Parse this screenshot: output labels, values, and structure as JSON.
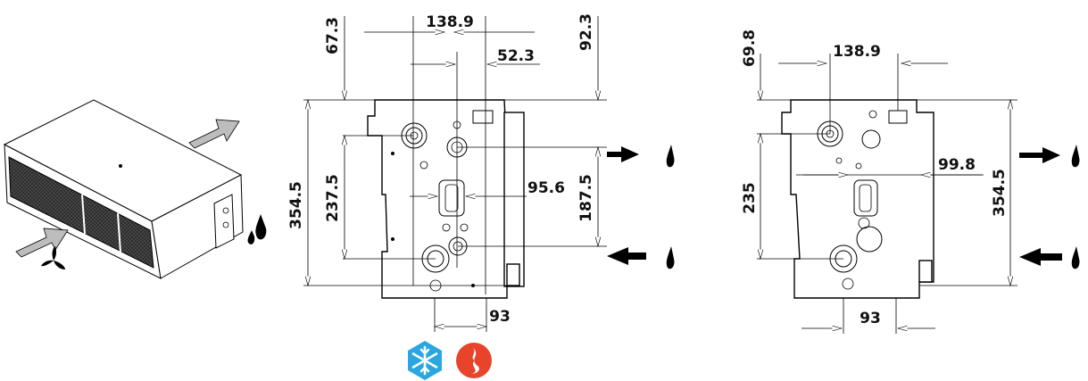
{
  "left_view": {
    "dims": {
      "top_offset_left": "67.3",
      "pipe_spacing_top": "138.9",
      "pipe_offset_small": "52.3",
      "top_offset_right": "92.3",
      "overall_height": "354.5",
      "lower_pipe_height": "237.5",
      "right_pipe_height": "187.5",
      "drain_offset": "95.6",
      "bottom_offset": "93"
    }
  },
  "right_view": {
    "dims": {
      "top_offset_left": "69.8",
      "pipe_spacing_top": "138.9",
      "drain_offset": "99.8",
      "lower_pipe_height": "235",
      "overall_height": "354.5",
      "bottom_offset": "93"
    }
  },
  "icons": [
    "cooling-snowflake-icon",
    "heating-flame-icon"
  ],
  "colors": {
    "cooling": "#2aa6e0",
    "heating": "#e8432b"
  }
}
